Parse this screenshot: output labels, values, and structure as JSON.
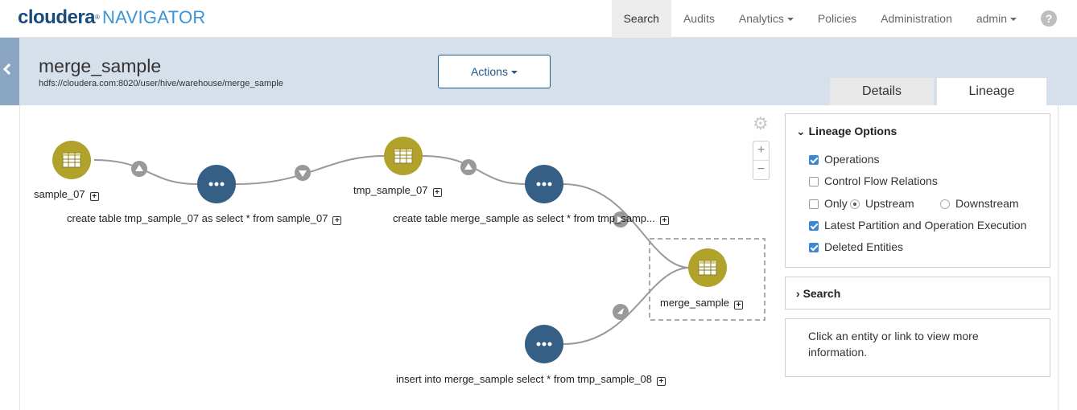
{
  "nav": {
    "brand": "cloudera",
    "product": "NAVIGATOR",
    "items": [
      "Search",
      "Audits",
      "Analytics",
      "Policies",
      "Administration",
      "admin"
    ],
    "help": "?"
  },
  "entity": {
    "title": "merge_sample",
    "path": "hdfs://cloudera.com:8020/user/hive/warehouse/merge_sample"
  },
  "actions_label": "Actions",
  "tabs": {
    "details": "Details",
    "lineage": "Lineage"
  },
  "graph": {
    "nodes": [
      {
        "label": "sample_07",
        "type": "table"
      },
      {
        "label": "tmp_sample_07",
        "type": "table"
      },
      {
        "label": "merge_sample",
        "type": "table"
      },
      {
        "label": "create table tmp_sample_07 as select * from sample_07",
        "type": "operation"
      },
      {
        "label": "create table merge_sample as select * from tmp_samp...",
        "type": "operation"
      },
      {
        "label": "insert into merge_sample select * from tmp_sample_08",
        "type": "operation"
      }
    ],
    "zoom_in": "+",
    "zoom_out": "−"
  },
  "lineage_options": {
    "title": "Lineage Options",
    "operations": {
      "label": "Operations",
      "checked": true
    },
    "control_flow": {
      "label": "Control Flow Relations",
      "checked": false
    },
    "only": {
      "label": "Only",
      "checked": false
    },
    "upstream": {
      "label": "Upstream",
      "selected": true
    },
    "downstream": {
      "label": "Downstream",
      "selected": false
    },
    "latest_partition": {
      "label": "Latest Partition and Operation Execution",
      "checked": true
    },
    "deleted": {
      "label": "Deleted Entities",
      "checked": true
    }
  },
  "search_section": {
    "title": "Search"
  },
  "info_text": "Click an entity or link to view more information.",
  "colors": {
    "table_node": "#b0a22a",
    "operation_node": "#365f86",
    "checkbox": "#3b86d6",
    "link": "#1b5a8e"
  }
}
